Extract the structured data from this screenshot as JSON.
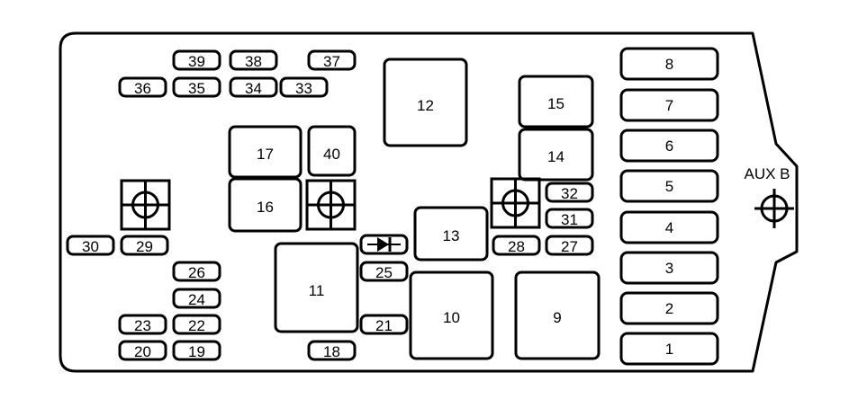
{
  "aux_label": "AUX B",
  "fuses": {
    "1": "1",
    "2": "2",
    "3": "3",
    "4": "4",
    "5": "5",
    "6": "6",
    "7": "7",
    "8": "8",
    "9": "9",
    "10": "10",
    "11": "11",
    "12": "12",
    "13": "13",
    "14": "14",
    "15": "15",
    "16": "16",
    "17": "17",
    "18": "18",
    "19": "19",
    "20": "20",
    "21": "21",
    "22": "22",
    "23": "23",
    "24": "24",
    "25": "25",
    "26": "26",
    "27": "27",
    "28": "28",
    "29": "29",
    "30": "30",
    "31": "31",
    "32": "32",
    "33": "33",
    "34": "34",
    "35": "35",
    "36": "36",
    "37": "37",
    "38": "38",
    "39": "39",
    "40": "40"
  },
  "colors": {
    "line": "#000000",
    "background": "#ffffff"
  }
}
